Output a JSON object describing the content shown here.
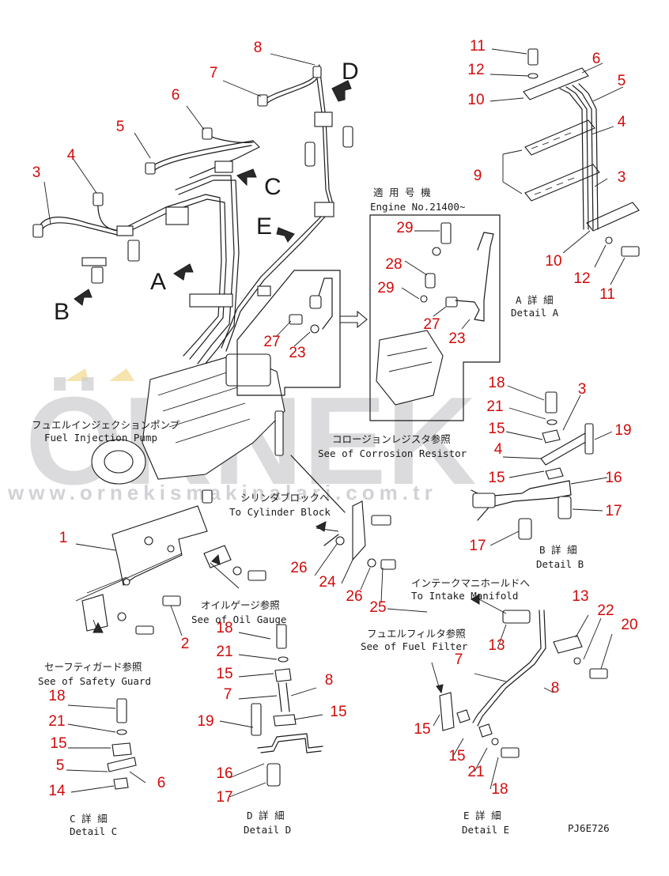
{
  "watermark": {
    "brand": "ÖRNEK",
    "url": "www.ornekismakinalari.com.tr"
  },
  "callouts": [
    {
      "id": "c8a",
      "text": "8"
    },
    {
      "id": "c7a",
      "text": "7"
    },
    {
      "id": "c6a",
      "text": "6"
    },
    {
      "id": "c5a",
      "text": "5"
    },
    {
      "id": "c4a",
      "text": "4"
    },
    {
      "id": "c3a",
      "text": "3"
    },
    {
      "id": "c11a",
      "text": "11"
    },
    {
      "id": "c12a",
      "text": "12"
    },
    {
      "id": "c6b",
      "text": "6"
    },
    {
      "id": "c5b",
      "text": "5"
    },
    {
      "id": "c10a",
      "text": "10"
    },
    {
      "id": "c4b",
      "text": "4"
    },
    {
      "id": "c9",
      "text": "9"
    },
    {
      "id": "c3b",
      "text": "3"
    },
    {
      "id": "c10b",
      "text": "10"
    },
    {
      "id": "c12b",
      "text": "12"
    },
    {
      "id": "c11b",
      "text": "11"
    },
    {
      "id": "c29a",
      "text": "29"
    },
    {
      "id": "c28",
      "text": "28"
    },
    {
      "id": "c29b",
      "text": "29"
    },
    {
      "id": "c27b",
      "text": "27"
    },
    {
      "id": "c23b",
      "text": "23"
    },
    {
      "id": "c27a",
      "text": "27"
    },
    {
      "id": "c23a",
      "text": "23"
    },
    {
      "id": "c18a",
      "text": "18"
    },
    {
      "id": "c3c",
      "text": "3"
    },
    {
      "id": "c21a",
      "text": "21"
    },
    {
      "id": "c19a",
      "text": "19"
    },
    {
      "id": "c15a",
      "text": "15"
    },
    {
      "id": "c4c",
      "text": "4"
    },
    {
      "id": "c15b",
      "text": "15"
    },
    {
      "id": "c16a",
      "text": "16"
    },
    {
      "id": "c17a",
      "text": "17"
    },
    {
      "id": "c17b",
      "text": "17"
    },
    {
      "id": "c1",
      "text": "1"
    },
    {
      "id": "c2",
      "text": "2"
    },
    {
      "id": "c26a",
      "text": "26"
    },
    {
      "id": "c24",
      "text": "24"
    },
    {
      "id": "c26b",
      "text": "26"
    },
    {
      "id": "c25",
      "text": "25"
    },
    {
      "id": "c13a",
      "text": "13"
    },
    {
      "id": "c22",
      "text": "22"
    },
    {
      "id": "c20",
      "text": "20"
    },
    {
      "id": "c13b",
      "text": "13"
    },
    {
      "id": "c7b",
      "text": "7"
    },
    {
      "id": "c8b",
      "text": "8"
    },
    {
      "id": "c18b",
      "text": "18"
    },
    {
      "id": "c21b",
      "text": "21"
    },
    {
      "id": "c15c",
      "text": "15"
    },
    {
      "id": "c7c",
      "text": "7"
    },
    {
      "id": "c8c",
      "text": "8"
    },
    {
      "id": "c15d",
      "text": "15"
    },
    {
      "id": "c19b",
      "text": "19"
    },
    {
      "id": "c16b",
      "text": "16"
    },
    {
      "id": "c17c",
      "text": "17"
    },
    {
      "id": "c18c",
      "text": "18"
    },
    {
      "id": "c21c",
      "text": "21"
    },
    {
      "id": "c15e",
      "text": "15"
    },
    {
      "id": "c5c",
      "text": "5"
    },
    {
      "id": "c6c",
      "text": "6"
    },
    {
      "id": "c14",
      "text": "14"
    },
    {
      "id": "c15f",
      "text": "15"
    },
    {
      "id": "c15g",
      "text": "15"
    },
    {
      "id": "c21d",
      "text": "21"
    },
    {
      "id": "c18d",
      "text": "18"
    }
  ],
  "view_letters": [
    {
      "id": "vD",
      "text": "D"
    },
    {
      "id": "vC",
      "text": "C"
    },
    {
      "id": "vE",
      "text": "E"
    },
    {
      "id": "vA",
      "text": "A"
    },
    {
      "id": "vB",
      "text": "B"
    }
  ],
  "captions": [
    {
      "id": "applicable_jp",
      "text": "適 用 号 機"
    },
    {
      "id": "applicable_en",
      "text": "Engine No.21400~"
    },
    {
      "id": "detailA_jp",
      "text": "A 詳 細"
    },
    {
      "id": "detailA_en",
      "text": "Detail A"
    },
    {
      "id": "pump_jp",
      "text": "フュエルインジェクションポンプ"
    },
    {
      "id": "pump_en",
      "text": "Fuel Injection Pump"
    },
    {
      "id": "corrosion_jp",
      "text": "コロージョンレジスタ参照"
    },
    {
      "id": "corrosion_en",
      "text": "See of Corrosion Resistor"
    },
    {
      "id": "cylinder_jp",
      "text": "シリンダブロックへ"
    },
    {
      "id": "cylinder_en",
      "text": "To Cylinder Block"
    },
    {
      "id": "detailB_jp",
      "text": "B 詳 細"
    },
    {
      "id": "detailB_en",
      "text": "Detail B"
    },
    {
      "id": "intake_jp",
      "text": "インテークマニホールドへ"
    },
    {
      "id": "intake_en",
      "text": "To Intake Manifold"
    },
    {
      "id": "oil_jp",
      "text": "オイルゲージ参照"
    },
    {
      "id": "oil_en",
      "text": "See of Oil Gauge"
    },
    {
      "id": "filter_jp",
      "text": "フュエルフィルタ参照"
    },
    {
      "id": "filter_en",
      "text": "See of Fuel Filter"
    },
    {
      "id": "guard_jp",
      "text": "セーフティガード参照"
    },
    {
      "id": "guard_en",
      "text": "See of Safety Guard"
    },
    {
      "id": "detailC_jp",
      "text": "C 詳 細"
    },
    {
      "id": "detailC_en",
      "text": "Detail C"
    },
    {
      "id": "detailD_jp",
      "text": "D 詳 細"
    },
    {
      "id": "detailD_en",
      "text": "Detail D"
    },
    {
      "id": "detailE_jp",
      "text": "E 詳 細"
    },
    {
      "id": "detailE_en",
      "text": "Detail E"
    },
    {
      "id": "drawing_no",
      "text": "PJ6E726"
    }
  ]
}
